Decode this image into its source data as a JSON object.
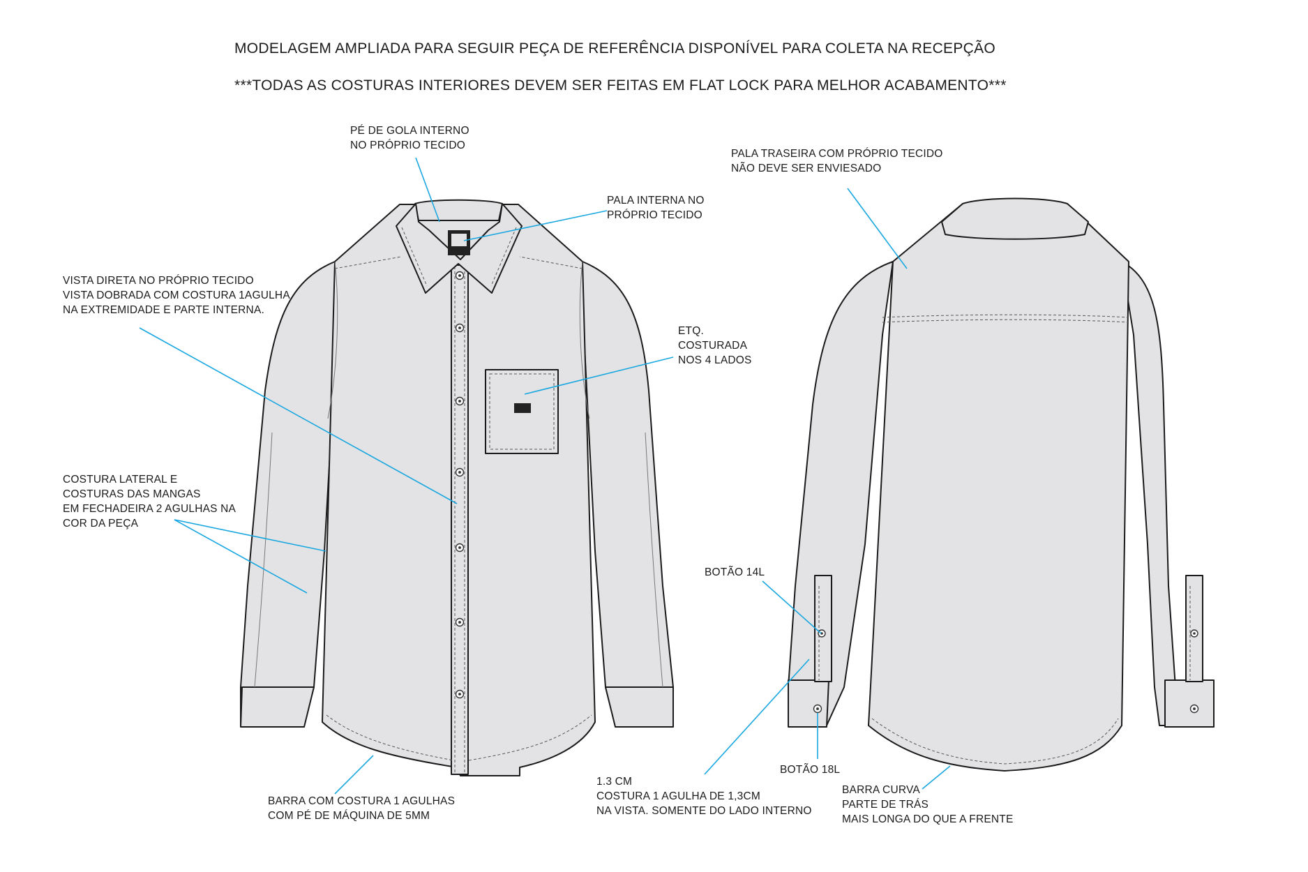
{
  "header": {
    "line1": "MODELAGEM AMPLIADA PARA SEGUIR PEÇA DE REFERÊNCIA DISPONÍVEL PARA COLETA NA RECEPÇÃO",
    "line2": "***TODAS AS COSTURAS INTERIORES DEVEM SER FEITAS EM FLAT LOCK PARA MELHOR ACABAMENTO***"
  },
  "annotations": {
    "collar_stand": "PÉ DE GOLA INTERNO\nNO PRÓPRIO TECIDO",
    "inner_yoke": "PALA INTERNA NO\nPRÓPRIO TECIDO",
    "placket": "VISTA DIRETA NO PRÓPRIO TECIDO\nVISTA DOBRADA COM COSTURA 1AGULHA\nNA EXTREMIDADE E PARTE INTERNA.",
    "label": "ETQ.\nCOSTURADA\nNOS 4 LADOS",
    "side_seams": "COSTURA LATERAL E\nCOSTURAS DAS MANGAS\nEM FECHADEIRA 2 AGULHAS NA\nCOR DA PEÇA",
    "hem_front": "BARRA COM COSTURA 1 AGULHAS\nCOM PÉ DE MÁQUINA DE 5MM",
    "back_yoke": "PALA TRASEIRA COM PRÓPRIO TECIDO\nNÃO DEVE SER ENVIESADO",
    "button_14l": "BOTÃO 14L",
    "button_18l": "BOTÃO 18L",
    "cuff_stitch": "1.3 CM\nCOSTURA 1 AGULHA DE 1,3CM\nNA VISTA. SOMENTE DO LADO INTERNO",
    "hem_back": "BARRA CURVA\nPARTE DE TRÁS\nMAIS LONGA DO QUE A FRENTE"
  },
  "colors": {
    "fabric": "#e3e3e5",
    "outline": "#1a1a1a",
    "leader": "#19a7e0"
  }
}
